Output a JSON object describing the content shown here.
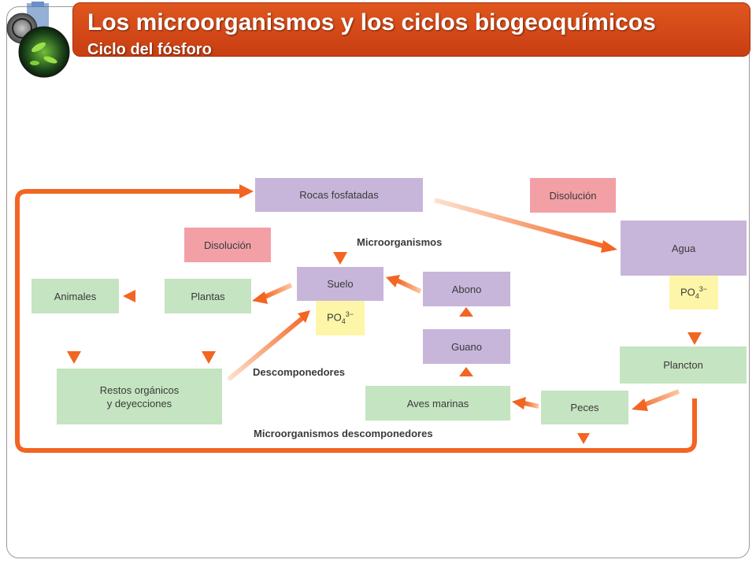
{
  "header": {
    "title": "Los microorganismos y los ciclos biogeoquímicos",
    "subtitle": "Ciclo del fósforo"
  },
  "diagram": {
    "boxes": {
      "rocas": "Rocas fosfatadas",
      "disolucion_right": "Disolución",
      "disolucion_left": "Disolución",
      "agua": "Agua",
      "suelo": "Suelo",
      "abono": "Abono",
      "guano": "Guano",
      "animales": "Animales",
      "plantas": "Plantas",
      "restos": "Restos orgánicos\ny deyecciones",
      "plancton": "Plancton",
      "peces": "Peces",
      "aves": "Aves marinas"
    },
    "phosphate": {
      "base": "PO",
      "subscript": "4",
      "superscript": "3−"
    },
    "labels": {
      "microorganismos": "Microorganismos",
      "descomponedores": "Descomponedores",
      "micro_descomp": "Microorganismos descomponedores"
    },
    "colors": {
      "purple": "#c7b5da",
      "green": "#c5e4c1",
      "pink": "#f2a0a6",
      "yellow": "#fdf6a8",
      "arrow": "#f26522",
      "banner": "#d4481a"
    }
  }
}
